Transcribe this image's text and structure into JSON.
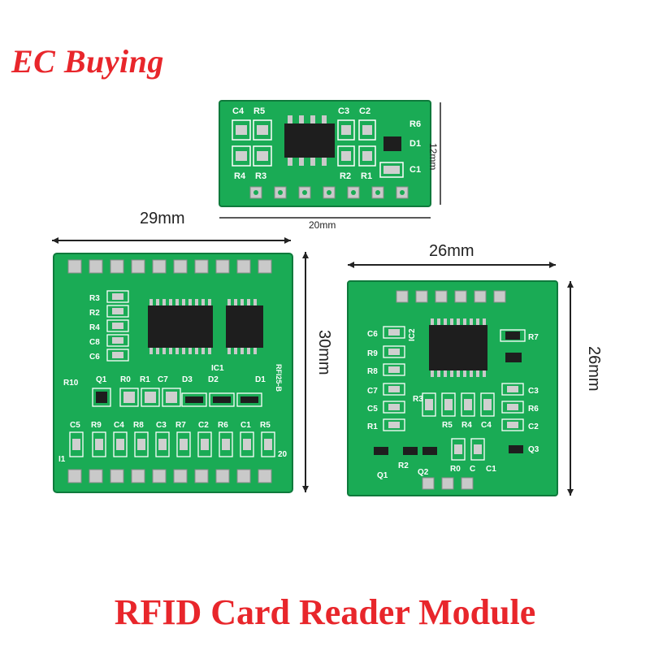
{
  "brand": "EC Buying",
  "caption": "RFID Card Reader Module",
  "colors": {
    "accent": "#e8262b",
    "pcb": "#19b35a",
    "pad": "#c9c9c9"
  },
  "module_small": {
    "dim_width": "20mm",
    "dim_height": "12mm",
    "labels": [
      "C4",
      "R5",
      "C3",
      "C2",
      "R4",
      "R3",
      "R2",
      "R1",
      "R6",
      "D1",
      "C1"
    ]
  },
  "module_large": {
    "dim_width": "29mm",
    "dim_height": "30mm",
    "labels": [
      "R3",
      "R2",
      "R4",
      "C8",
      "C6",
      "R10",
      "Q1",
      "R0",
      "R1",
      "C7",
      "D3",
      "D2",
      "IC1",
      "D1",
      "C5",
      "R9",
      "C4",
      "R8",
      "C3",
      "R7",
      "C2",
      "R6",
      "C1",
      "R5",
      "I1",
      "20",
      "RFI25-B"
    ]
  },
  "module_medium": {
    "dim_width": "26mm",
    "dim_height": "26mm",
    "labels": [
      "C6",
      "R9",
      "R8",
      "C7",
      "C5",
      "R1",
      "IC2",
      "R7",
      "R3",
      "R5",
      "R4",
      "C4",
      "C3",
      "R6",
      "C2",
      "Q1",
      "R2",
      "Q2",
      "R0",
      "C",
      "C1",
      "Q3"
    ]
  }
}
